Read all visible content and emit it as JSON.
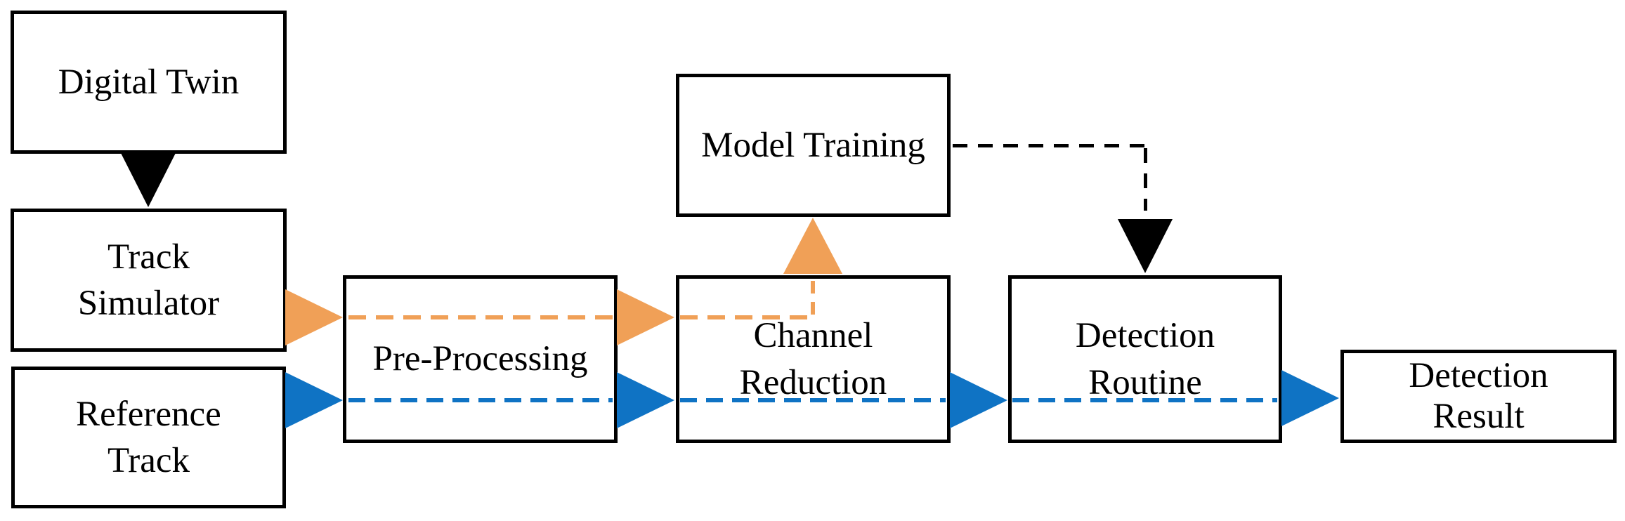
{
  "diagram": {
    "nodes": {
      "digital_twin": {
        "lines": [
          "Digital Twin"
        ]
      },
      "track_simulator": {
        "lines": [
          "Track",
          "Simulator"
        ]
      },
      "reference_track": {
        "lines": [
          "Reference",
          "Track"
        ]
      },
      "pre_processing": {
        "lines": [
          "Pre-Processing"
        ]
      },
      "model_training": {
        "lines": [
          "Model Training"
        ]
      },
      "channel_reduction": {
        "lines": [
          "Channel",
          "Reduction"
        ]
      },
      "detection_routine": {
        "lines": [
          "Detection",
          "Routine"
        ]
      },
      "detection_result": {
        "lines": [
          "Detection",
          "Result"
        ]
      }
    },
    "colors": {
      "simulated_path": "#F0A057",
      "measured_path": "#0F73C4",
      "control_path": "#000000",
      "box_border": "#000000",
      "background": "#FFFFFF"
    },
    "edges": [
      {
        "from": "digital_twin",
        "to": "track_simulator",
        "style": "solid-triangle",
        "color": "black"
      },
      {
        "from": "track_simulator",
        "to": "pre_processing",
        "style": "dashed-arrow",
        "color": "orange"
      },
      {
        "from": "reference_track",
        "to": "pre_processing",
        "style": "dashed-arrow",
        "color": "blue"
      },
      {
        "from": "pre_processing",
        "to": "channel_reduction",
        "style": "dashed-arrow",
        "color": "orange"
      },
      {
        "from": "pre_processing",
        "to": "channel_reduction",
        "style": "dashed-arrow",
        "color": "blue"
      },
      {
        "from": "channel_reduction",
        "to": "model_training",
        "style": "dashed-arrow",
        "color": "orange"
      },
      {
        "from": "model_training",
        "to": "detection_routine",
        "style": "dashed-elbow-arrow",
        "color": "black"
      },
      {
        "from": "channel_reduction",
        "to": "detection_routine",
        "style": "dashed-arrow",
        "color": "blue"
      },
      {
        "from": "detection_routine",
        "to": "detection_result",
        "style": "dashed-arrow",
        "color": "blue"
      }
    ]
  }
}
